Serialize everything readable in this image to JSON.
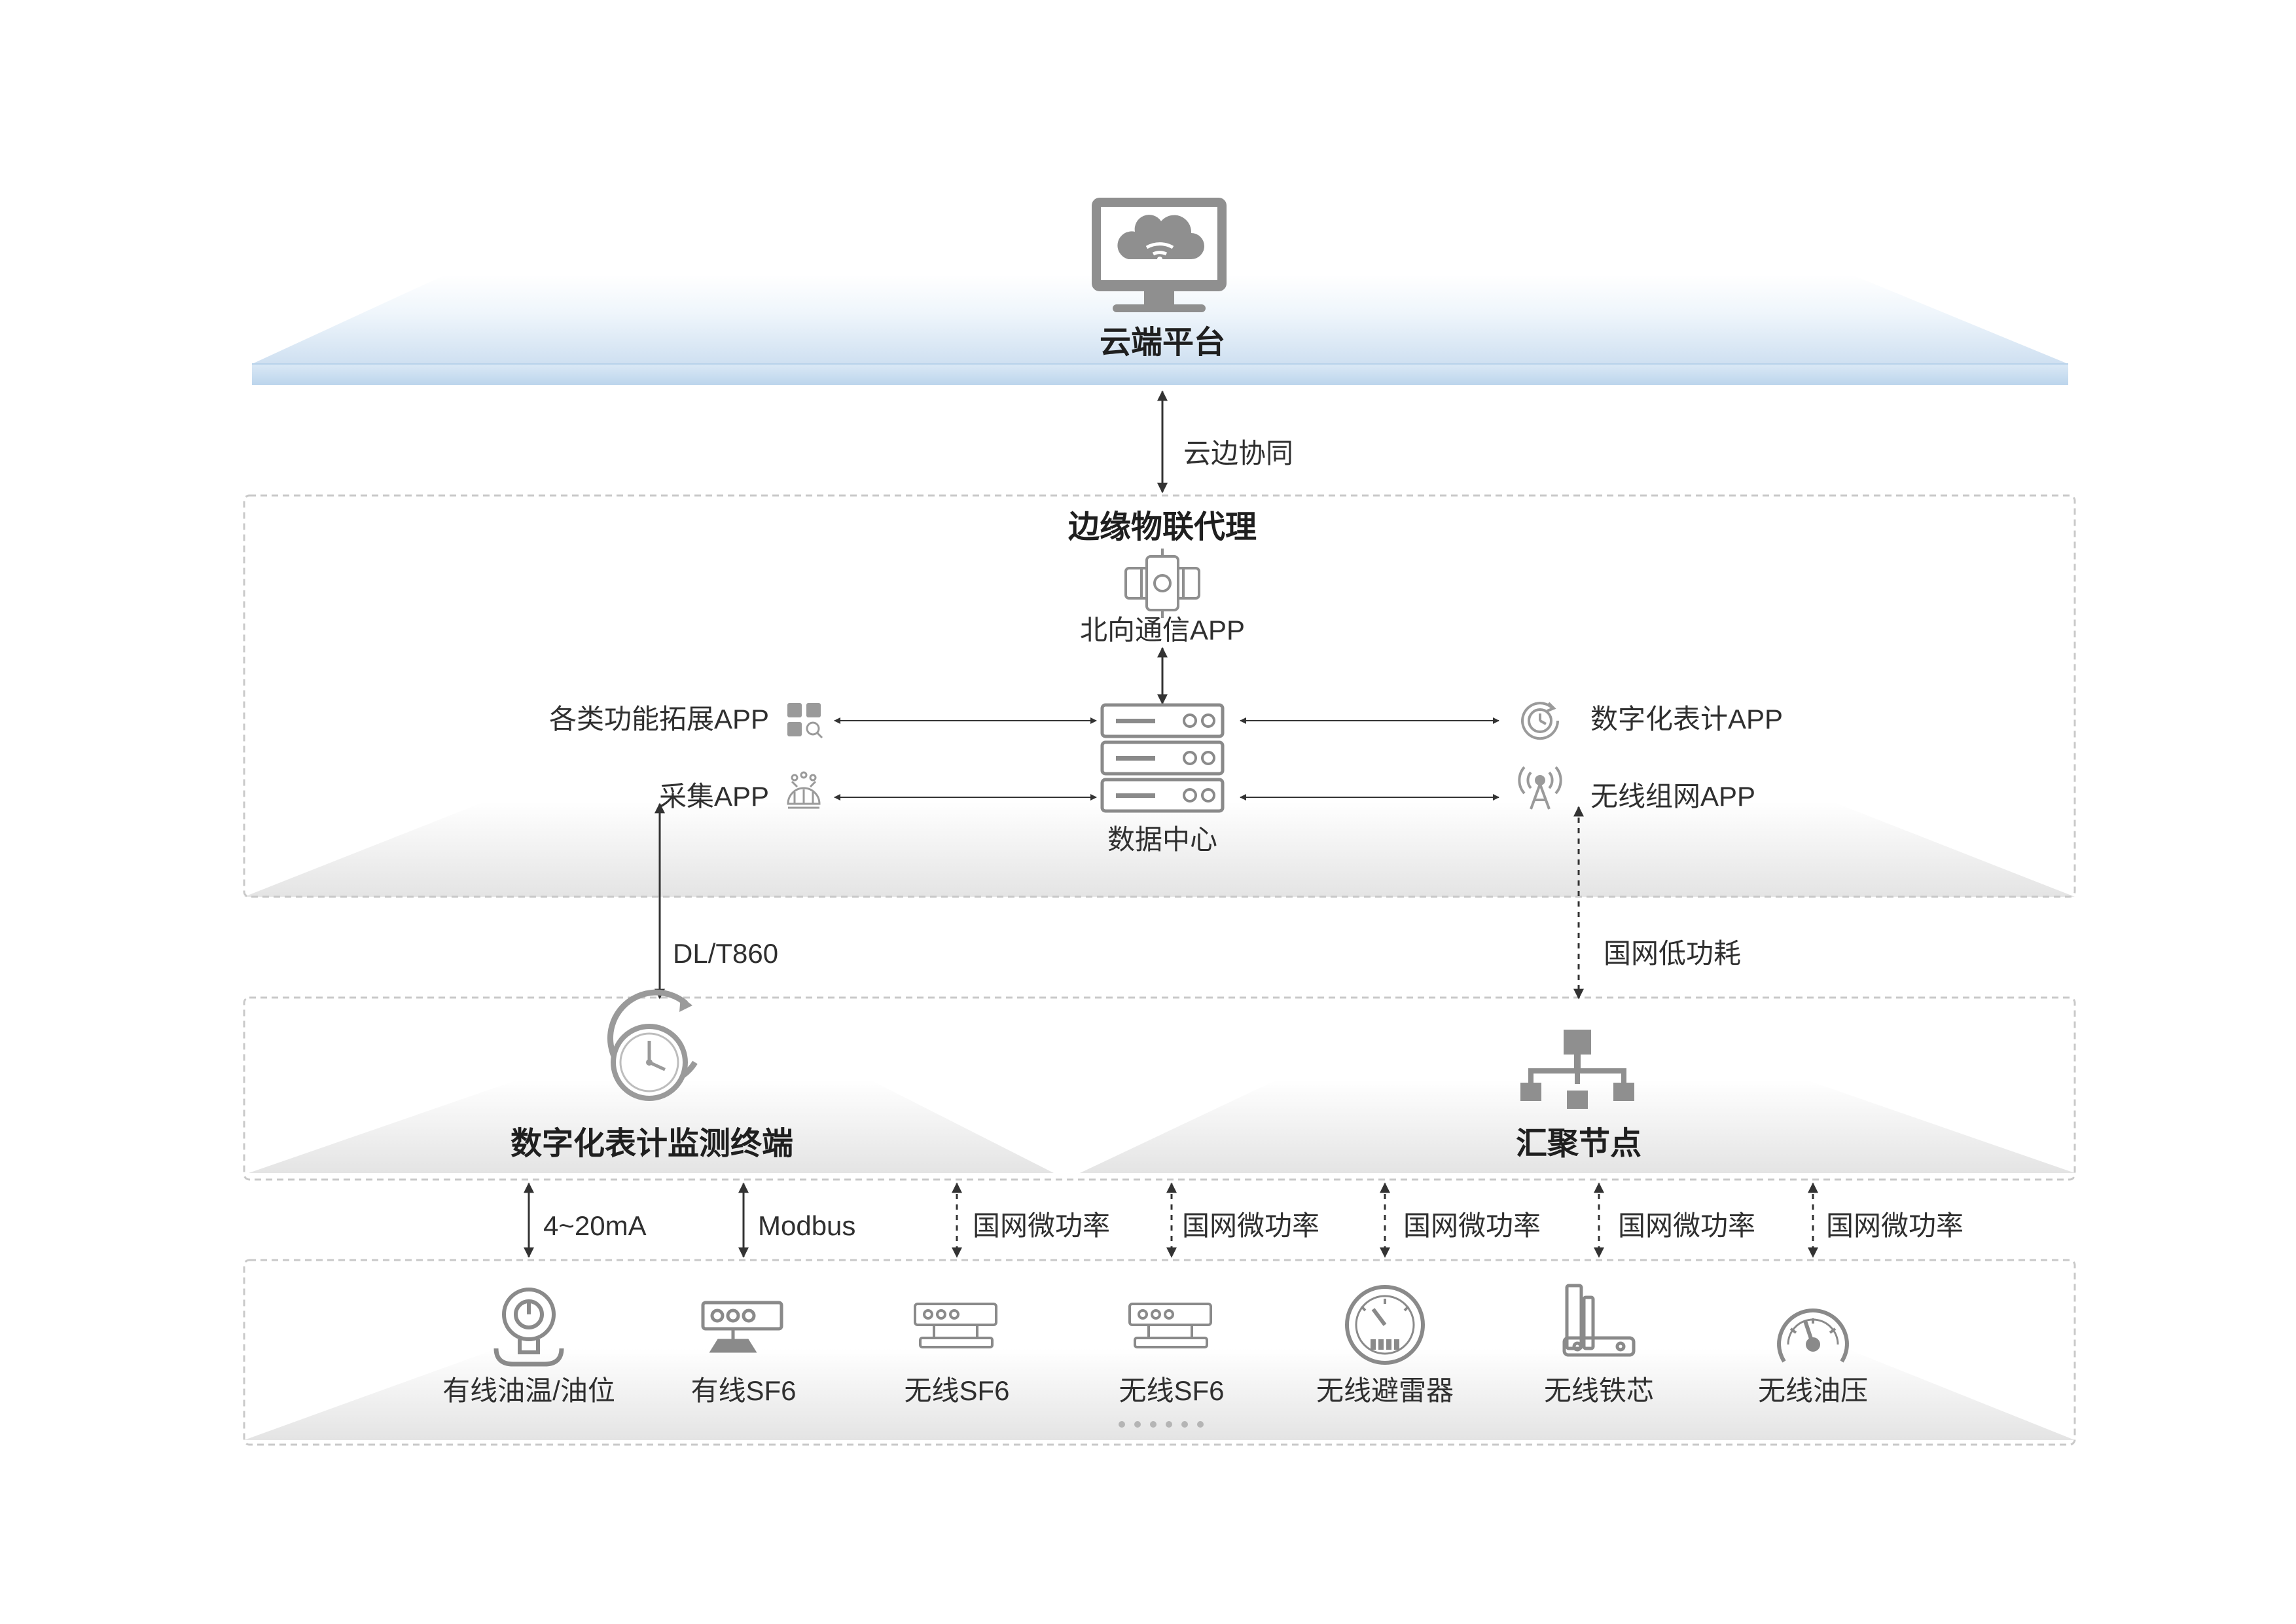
{
  "cloud": {
    "title": "云端平台",
    "link": "云边协同"
  },
  "edge": {
    "title": "边缘物联代理",
    "north_app": "北向通信APP",
    "func_app": "各类功能拓展APP",
    "collect_app": "采集APP",
    "datacenter": "数据中心",
    "meter_app": "数字化表计APP",
    "wireless_app": "无线组网APP"
  },
  "links": {
    "left": "DL/T860",
    "right": "国网低功耗",
    "ma": "4~20mA",
    "modbus": "Modbus",
    "mp1": "国网微功率",
    "mp2": "国网微功率",
    "mp3": "国网微功率",
    "mp4": "国网微功率",
    "mp5": "国网微功率"
  },
  "middle": {
    "terminal": "数字化表计监测终端",
    "node": "汇聚节点"
  },
  "devices": [
    {
      "label": "有线油温/油位",
      "icon": "thermometer-gauge-icon"
    },
    {
      "label": "有线SF6",
      "icon": "sf6-sensor-icon"
    },
    {
      "label": "无线SF6",
      "icon": "sf6-sensor-icon"
    },
    {
      "label": "无线SF6",
      "icon": "sf6-sensor-icon"
    },
    {
      "label": "无线避雷器",
      "icon": "arrester-meter-icon"
    },
    {
      "label": "无线铁芯",
      "icon": "iron-core-icon"
    },
    {
      "label": "无线油压",
      "icon": "pressure-gauge-icon"
    }
  ],
  "colors": {
    "icon": "#9a9a9a",
    "line": "#333333",
    "dash_border": "#c9c9c9",
    "cloud_panel": "#cfe2f3"
  }
}
